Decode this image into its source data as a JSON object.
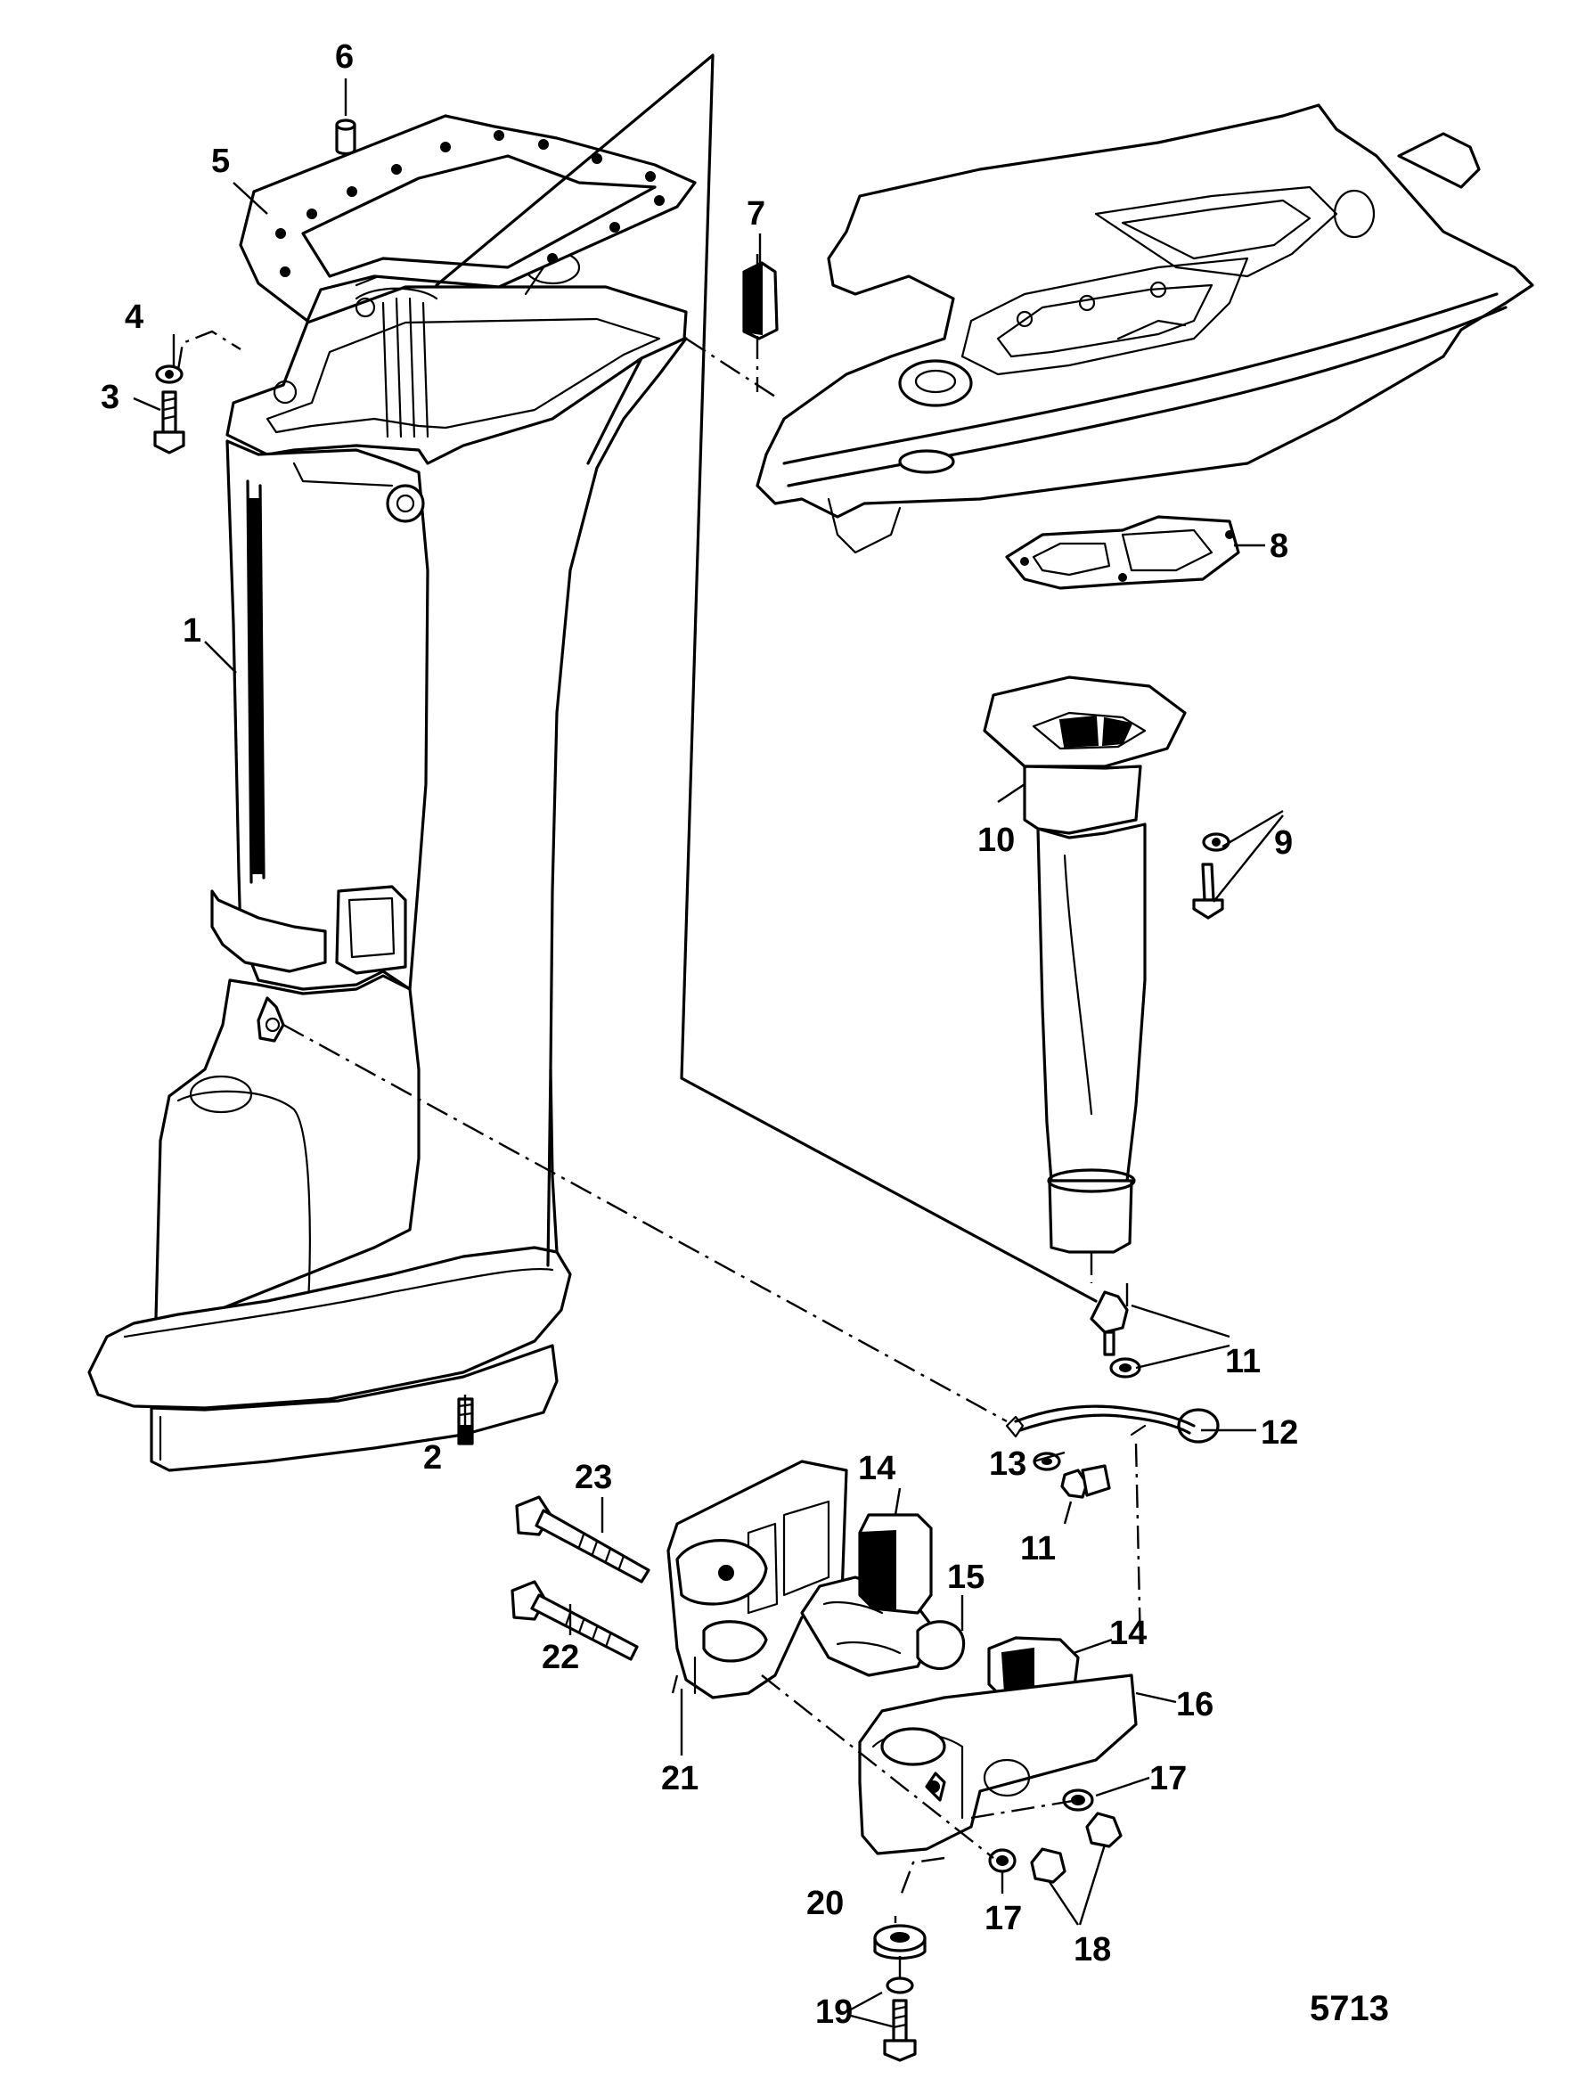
{
  "figure_number": "5713",
  "callouts": [
    "1",
    "2",
    "3",
    "4",
    "5",
    "6",
    "7",
    "8",
    "9",
    "10",
    "11",
    "11",
    "12",
    "13",
    "14",
    "14",
    "15",
    "16",
    "17",
    "17",
    "18",
    "19",
    "20",
    "21",
    "22",
    "23"
  ]
}
